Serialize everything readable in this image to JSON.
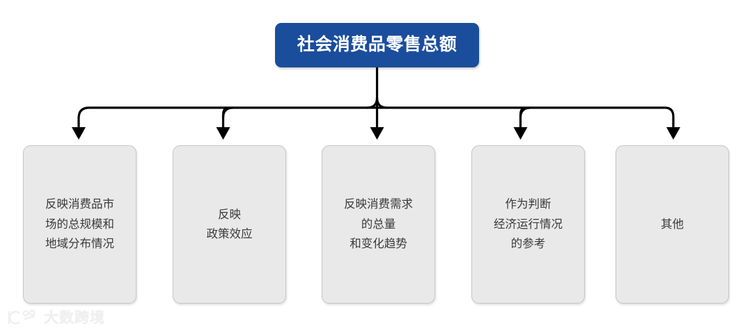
{
  "diagram": {
    "type": "hierarchy-tree",
    "orientation": "top-down",
    "root": {
      "label": "社会消费品零售总额",
      "fill_color": "#1a4d9c",
      "text_color": "#ffffff"
    },
    "children": [
      {
        "label": "反映消费品市\n场的总规模和\n地域分布情况",
        "fill_color": "#e9e9e9",
        "border_color": "#c6c6c6",
        "text_color": "#3a3a3a"
      },
      {
        "label": "反映\n政策效应",
        "fill_color": "#e9e9e9",
        "border_color": "#c6c6c6",
        "text_color": "#3a3a3a"
      },
      {
        "label": "反映消费需求\n的总量\n和变化趋势",
        "fill_color": "#e9e9e9",
        "border_color": "#c6c6c6",
        "text_color": "#3a3a3a"
      },
      {
        "label": "作为判断\n经济运行情况\n的参考",
        "fill_color": "#e9e9e9",
        "border_color": "#c6c6c6",
        "text_color": "#3a3a3a"
      },
      {
        "label": "其他",
        "fill_color": "#e9e9e9",
        "border_color": "#c6c6c6",
        "text_color": "#3a3a3a"
      }
    ],
    "connector_color": "#000000"
  },
  "watermark": {
    "text": "大数跨境",
    "logo_name": "ic-circle-dots-logo",
    "color": "#f0f0f0"
  }
}
